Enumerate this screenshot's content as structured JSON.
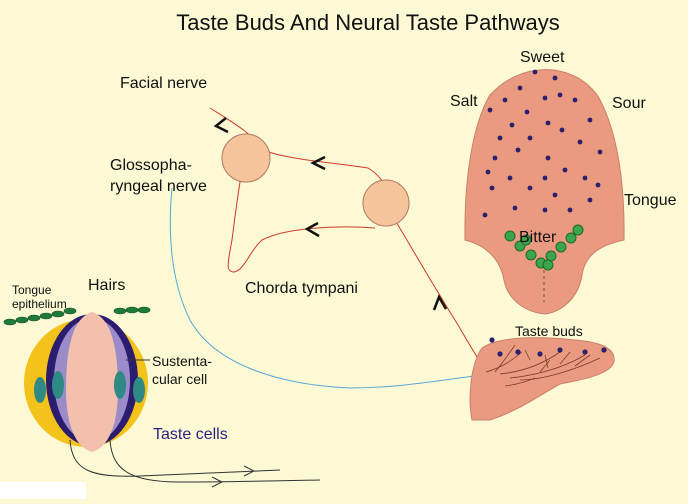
{
  "title": "Taste Buds And Neural Taste Pathways",
  "labels": {
    "sweet": "Sweet",
    "salt": "Salt",
    "sour": "Sour",
    "tongue": "Tongue",
    "bitter": "Bitter",
    "facial_nerve": "Facial nerve",
    "glosso_line1": "Glossopha-",
    "glosso_line2": "ryngeal nerve",
    "chorda_tympani": "Chorda tympani",
    "taste_buds": "Taste buds",
    "tongue_epi_line1": "Tongue",
    "tongue_epi_line2": "epithelium",
    "hairs": "Hairs",
    "sustentacular_line1": "Sustenta-",
    "sustentacular_line2": "cular cell",
    "taste_cells": "Taste cells"
  },
  "colors": {
    "background": "#fcf9d4",
    "tongue_fill": "#eb9a82",
    "papilla_dot": "#2c1f6b",
    "bitter_dot": "#3aa54a",
    "ganglion_fill": "#f6c59c",
    "nerve_red": "#cf3a2a",
    "nerve_blue": "#5aa6d8",
    "taste_cells_text": "#2a1f84",
    "bud_yellow": "#f3c21b",
    "bud_purple": "#2b1c6e",
    "bud_pink": "#f3c0ae"
  }
}
